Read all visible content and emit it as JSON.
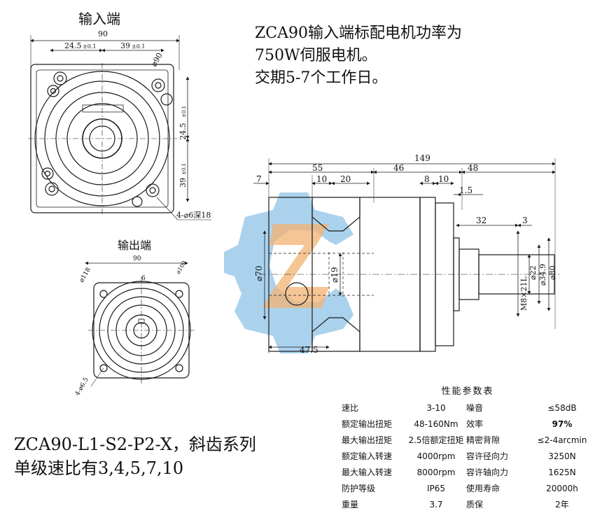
{
  "views": {
    "input_title": "输入端",
    "output_title": "输出端"
  },
  "input_dims": {
    "width": "90",
    "d_left": "24.5",
    "d_left_tol": "±0.1",
    "d_right": "39",
    "d_right_tol": "±0.1",
    "v_top": "24.5",
    "v_top_tol": "±0.1",
    "v_bottom": "39",
    "v_bottom_tol": "±0.1",
    "circle": "⌀90",
    "holes": "4-⌀6深18"
  },
  "output_dims": {
    "width": "90",
    "circle1": "⌀118",
    "circle2": "⌀100",
    "key": "6",
    "holes": "4-⌀6.5"
  },
  "side_dims": {
    "total": "149",
    "d7": "7",
    "d55": "55",
    "d46": "46",
    "d48": "48",
    "d10a": "10",
    "d20": "20",
    "d8": "8",
    "d10b": "10",
    "d1_5": "1.5",
    "d32": "32",
    "d3": "3",
    "d47_5": "47.5",
    "phi70": "⌀70",
    "phi19": "⌀19",
    "phi22": "⌀22",
    "phi34_9": "⌀34.9",
    "phi80": "⌀80",
    "thread": "M8×21L"
  },
  "note": {
    "line1": "ZCA90输入端标配电机功率为",
    "line2": "750W伺服电机。",
    "line3": "交期5-7个工作日。"
  },
  "model": {
    "line1": "ZCA90-L1-S2-P2-X，斜齿系列",
    "line2": "单级速比有3,4,5,7,10"
  },
  "spec": {
    "title": "性能参数表",
    "rows": [
      {
        "k1": "速比",
        "v1": "3-10",
        "k2": "噪音",
        "v2": "≤58dB"
      },
      {
        "k1": "额定输出扭矩",
        "v1": "48-160Nm",
        "k2": "效率",
        "v2": "97%"
      },
      {
        "k1": "最大输出扭矩",
        "v1": "2.5倍额定扭矩",
        "k2": "精密背隙",
        "v2": "≤2-4arcmin"
      },
      {
        "k1": "额定输入转速",
        "v1": "4000rpm",
        "k2": "容许径向力",
        "v2": "3250N"
      },
      {
        "k1": "最大输入转速",
        "v1": "8000rpm",
        "k2": "容许轴向力",
        "v2": "1625N"
      },
      {
        "k1": "防护等级",
        "v1": "IP65",
        "k2": "使用寿命",
        "v2": "20000h"
      },
      {
        "k1": "重量",
        "v1": "3.7",
        "k2": "质保",
        "v2": "2年"
      }
    ]
  },
  "colors": {
    "line": "#1a1a1a",
    "logo_blue": "#5aa6dc",
    "logo_orange": "#f2a45a"
  }
}
